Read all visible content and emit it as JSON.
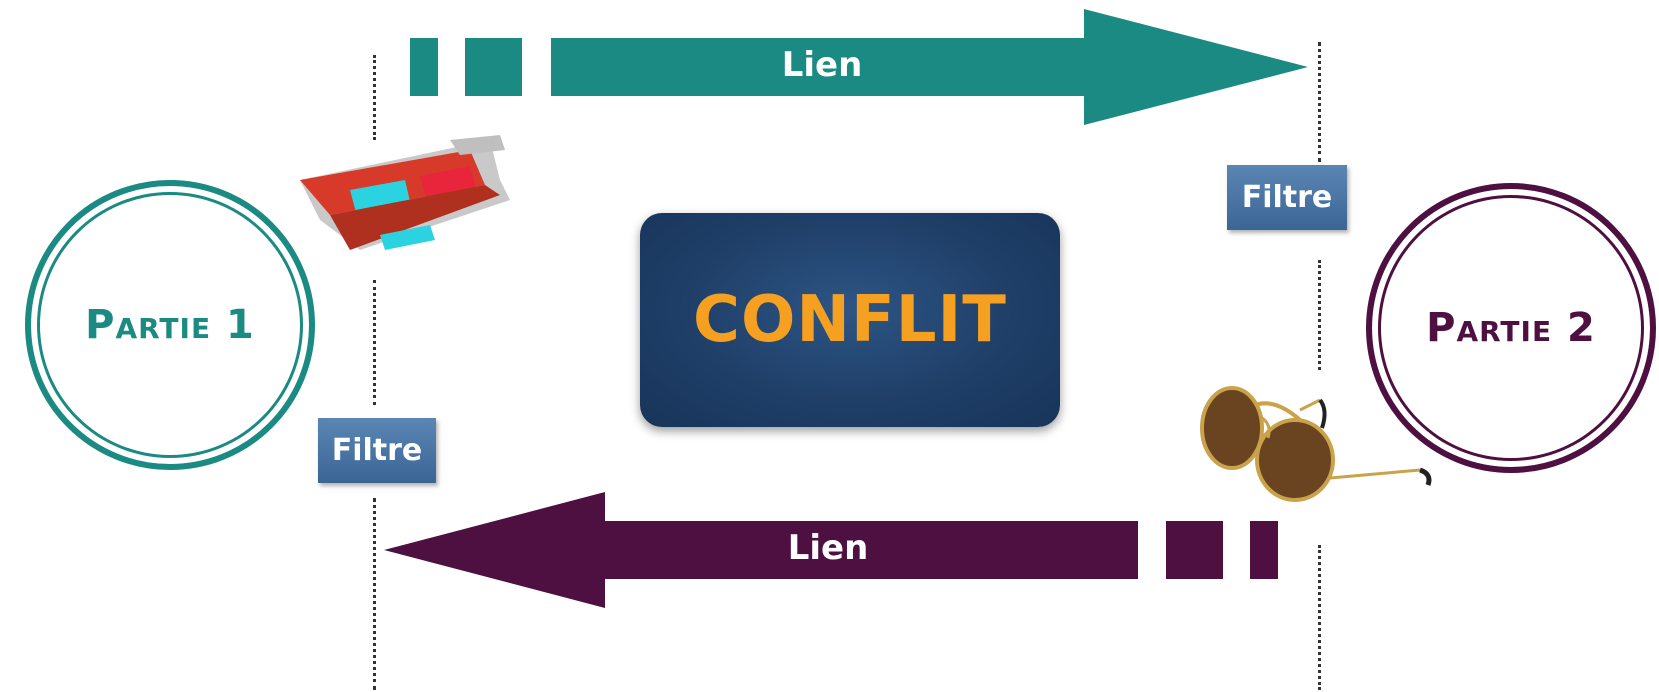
{
  "diagram": {
    "conflict_label": "CONFLIT",
    "party_left": "Partie 1",
    "party_right": "Partie 2",
    "top_link_label": "Lien",
    "bottom_link_label": "Lien",
    "filter_top_right": "Filtre",
    "filter_bottom_left": "Filtre"
  },
  "colors": {
    "teal": "#1a8a83",
    "plum": "#4d1040",
    "navy": "#1f3f68",
    "orange": "#f5a020",
    "filter_blue": "#4a76a6"
  },
  "icons": {
    "left_glasses": "3d-glasses-icon",
    "right_glasses": "sunglasses-icon"
  }
}
